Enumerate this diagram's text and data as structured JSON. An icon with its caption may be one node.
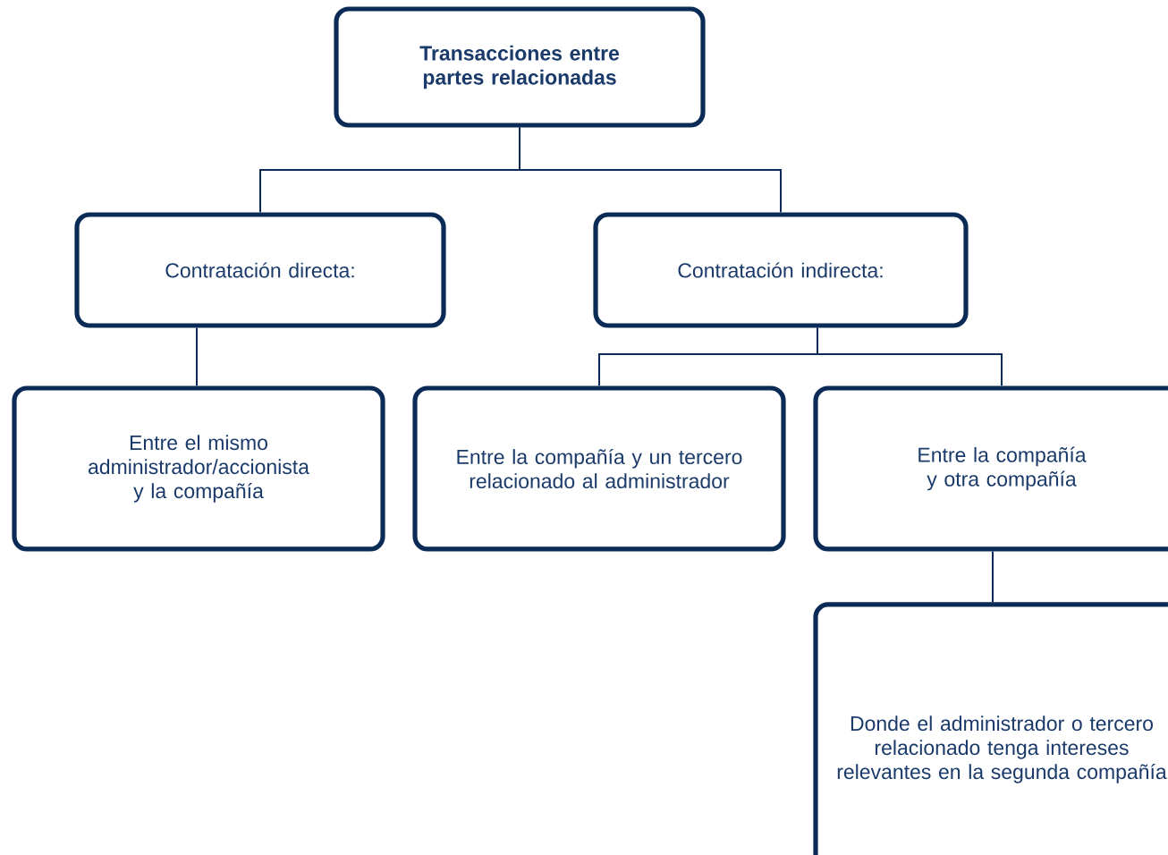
{
  "diagram": {
    "nodes": [
      {
        "text": [
          "Transacciones entre partes relacionadas"
        ]
      },
      {
        "text": [
          "Contratación directa:"
        ]
      },
      {
        "text": [
          "Contratación indirecta:"
        ]
      },
      {
        "text": [
          "Entre el mismo administrador/accionista y la compañía"
        ]
      },
      {
        "text": [
          "Entre la compañía y un tercero relacionado al administrador"
        ]
      },
      {
        "text": [
          "Entre la compañía y otra compañía"
        ]
      },
      {
        "text": [
          "Donde el administrador o tercero relacionado tenga intereses relevantes en la segunda compañía"
        ]
      }
    ],
    "edges": [
      {
        "from": 0,
        "to": 1,
        "arrow": "none"
      },
      {
        "from": 0,
        "to": 2,
        "arrow": "none"
      },
      {
        "from": 1,
        "to": 3,
        "arrow": "none"
      },
      {
        "from": 2,
        "to": 4,
        "arrow": "none"
      },
      {
        "from": 2,
        "to": 5,
        "arrow": "none"
      },
      {
        "from": 5,
        "to": 6,
        "arrow": "none"
      }
    ]
  }
}
